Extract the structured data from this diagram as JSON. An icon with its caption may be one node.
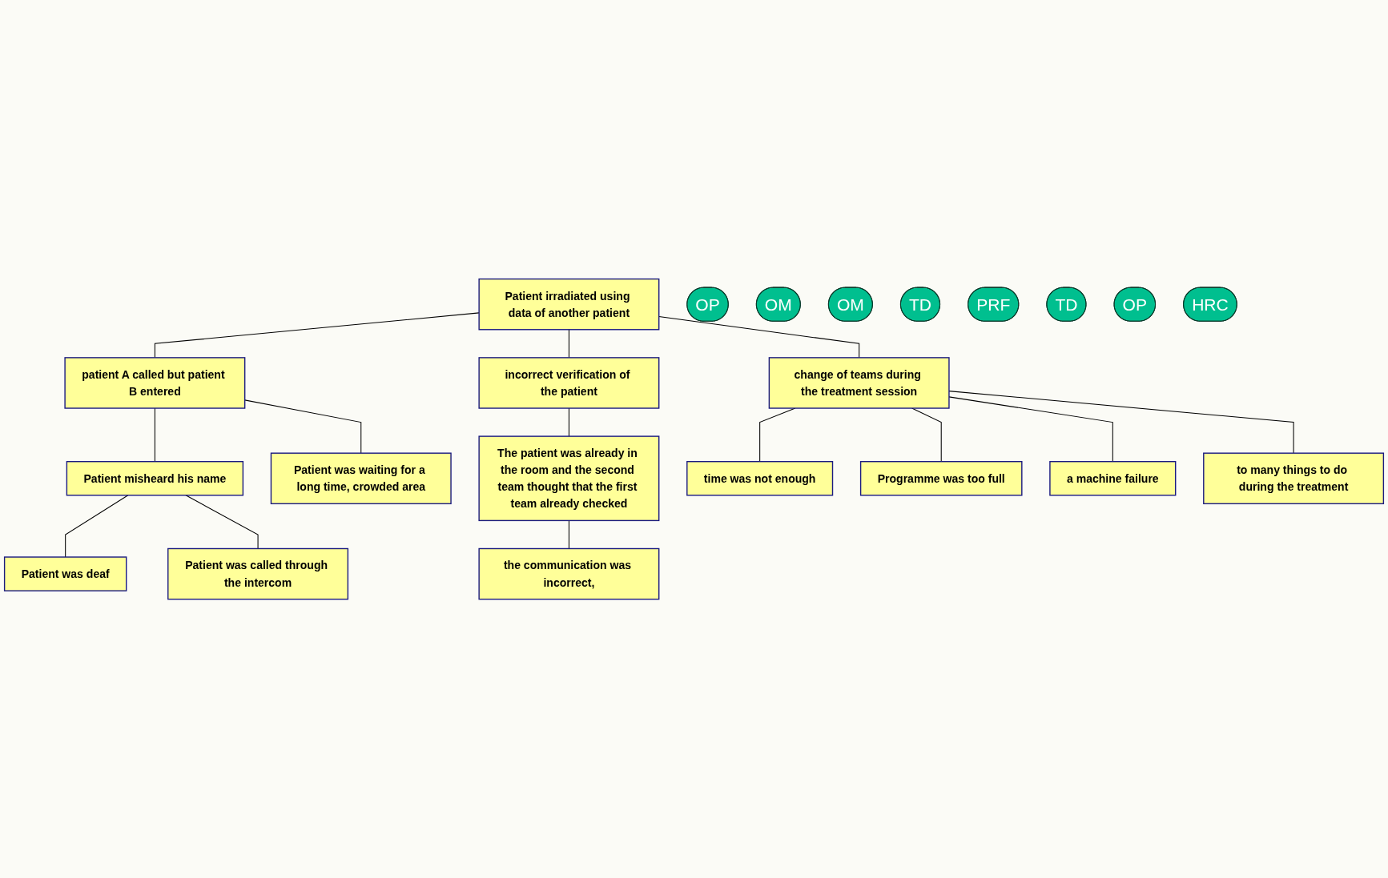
{
  "diagram": {
    "nodes": [
      {
        "text": [
          "Patient irradiated using data of another patient"
        ]
      },
      {
        "text": [
          "patient A called but patient B entered"
        ]
      },
      {
        "text": [
          "incorrect verification of the patient"
        ]
      },
      {
        "text": [
          "change of teams during the treatment session"
        ]
      },
      {
        "text": [
          "Patient misheard his name"
        ]
      },
      {
        "text": [
          "Patient was waiting for a long time, crowded area"
        ]
      },
      {
        "text": [
          "The patient was already in the room and the second team thought that the first team already checked"
        ]
      },
      {
        "text": [
          "time was not enough"
        ]
      },
      {
        "text": [
          "Programme was too full"
        ]
      },
      {
        "text": [
          "a machine failure"
        ]
      },
      {
        "text": [
          "to many things to do during the treatment"
        ]
      },
      {
        "text": [
          "Patient was deaf"
        ]
      },
      {
        "text": [
          "Patient was called through the intercom"
        ]
      },
      {
        "text": [
          "the communication was incorrect,"
        ]
      },
      {
        "text": [
          "OP"
        ]
      },
      {
        "text": [
          "OM"
        ]
      },
      {
        "text": [
          "OM"
        ]
      },
      {
        "text": [
          "TD"
        ]
      },
      {
        "text": [
          "PRF"
        ]
      },
      {
        "text": [
          "TD"
        ]
      },
      {
        "text": [
          "OP"
        ]
      },
      {
        "text": [
          "HRC"
        ]
      }
    ],
    "edges": [
      {
        "from": 0,
        "to": 1,
        "arrow": "none"
      },
      {
        "from": 0,
        "to": 2,
        "arrow": "none"
      },
      {
        "from": 0,
        "to": 3,
        "arrow": "none"
      },
      {
        "from": 1,
        "to": 4,
        "arrow": "none"
      },
      {
        "from": 1,
        "to": 5,
        "arrow": "none"
      },
      {
        "from": 2,
        "to": 6,
        "arrow": "none"
      },
      {
        "from": 3,
        "to": 7,
        "arrow": "none"
      },
      {
        "from": 3,
        "to": 8,
        "arrow": "none"
      },
      {
        "from": 3,
        "to": 9,
        "arrow": "none"
      },
      {
        "from": 3,
        "to": 10,
        "arrow": "none"
      },
      {
        "from": 4,
        "to": 11,
        "arrow": "none"
      },
      {
        "from": 4,
        "to": 12,
        "arrow": "none"
      },
      {
        "from": 6,
        "to": 13,
        "arrow": "none"
      }
    ]
  }
}
